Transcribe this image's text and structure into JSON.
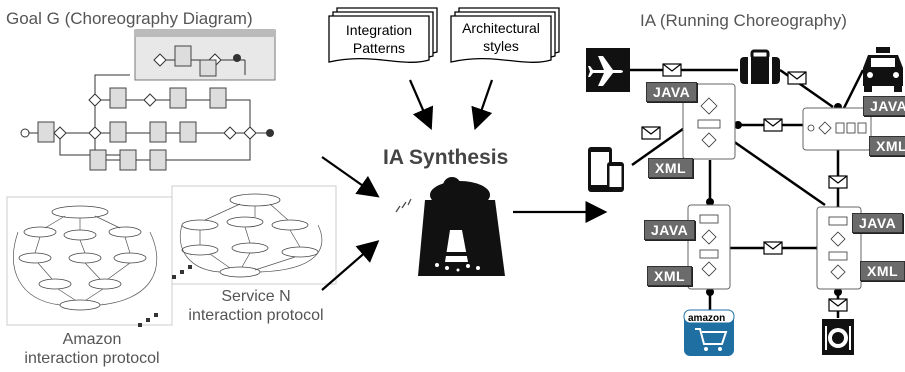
{
  "left": {
    "goal_title": "Goal G (Choreography Diagram)",
    "service_caption_line1": "Service N",
    "service_caption_line2": "interaction protocol",
    "amazon_caption_line1": "Amazon",
    "amazon_caption_line2": "interaction protocol"
  },
  "inputs": {
    "doc1_line1": "Integration",
    "doc1_line2": "Patterns",
    "doc2_line1": "Architectural",
    "doc2_line2": "styles"
  },
  "center": {
    "synthesis_label": "IA Synthesis"
  },
  "right": {
    "title": "IA (Running Choreography)",
    "tag_java": "JAVA",
    "tag_xml": "XML",
    "amazon_logo_text": "amazon"
  },
  "icons": [
    "airplane-icon",
    "luggage-icon",
    "taxi-icon",
    "mobile-devices-icon",
    "amazon-cart-icon",
    "restaurant-icon",
    "envelope-icon",
    "synthesis-figure-icon"
  ]
}
